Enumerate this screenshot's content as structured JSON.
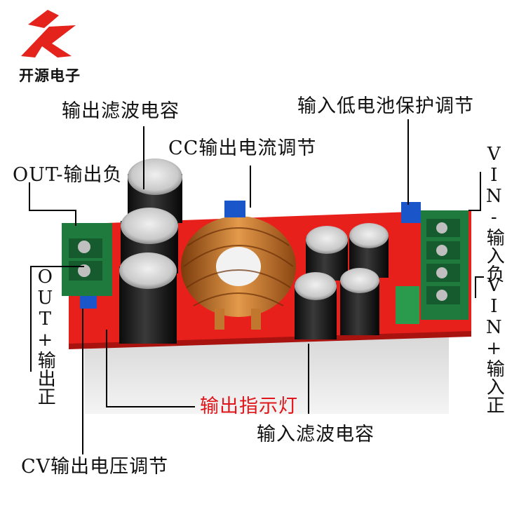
{
  "brand": {
    "name": "开源电子"
  },
  "labels": {
    "output_filter_cap": "输出滤波电容",
    "input_low_battery": "输入低电池保护调节",
    "cc_current": "CC输出电流调节",
    "out_neg": "OUT-输出负",
    "vin_neg": "VIN-输入负",
    "out_pos": "OUT+输出正",
    "vin_pos": "VIN+输入正",
    "output_indicator": "输出指示灯",
    "input_filter_cap": "输入滤波电容",
    "cv_voltage": "CV输出电压调节"
  },
  "colors": {
    "pcb": "#e8201c",
    "indicator_label": "#e0161b",
    "terminal": "#1f7a3e"
  }
}
